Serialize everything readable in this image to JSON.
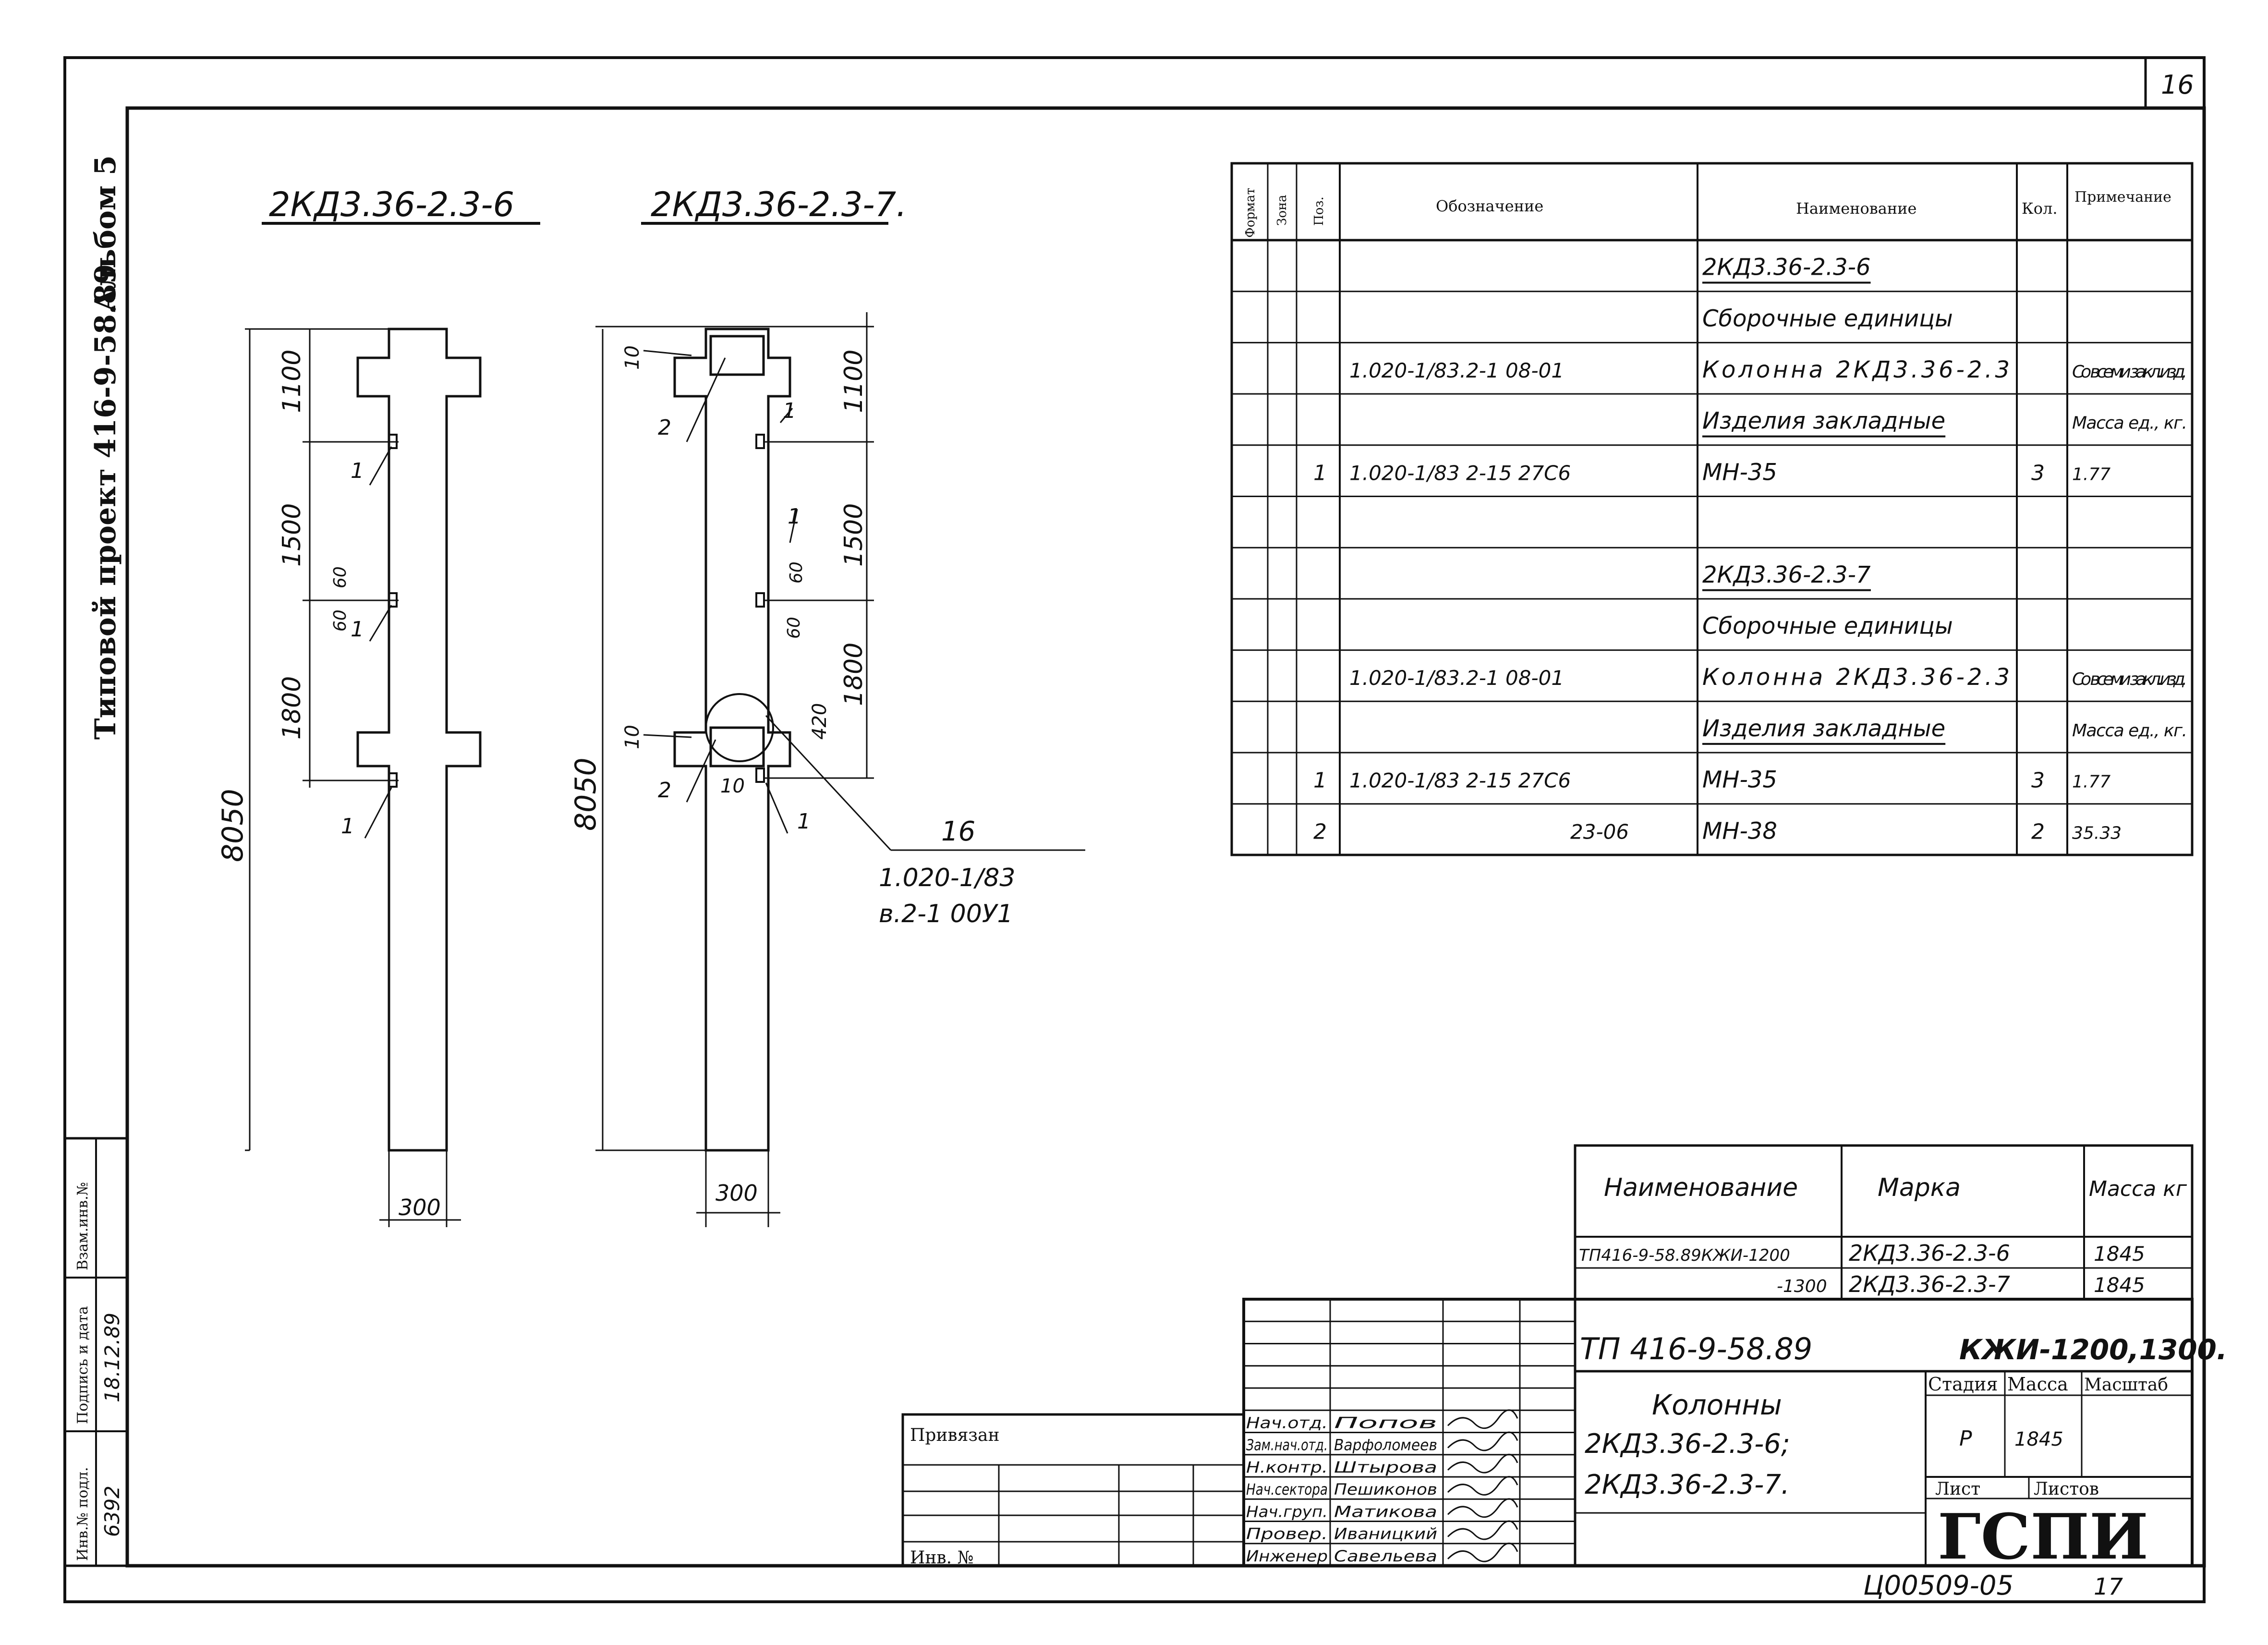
{
  "sheet_number": "16",
  "bottom_code": "Ц00509-05",
  "bottom_sheet_mark": "17",
  "left_side": {
    "project": "Типовой проект 416-9-58.89",
    "album": "Альбом 5",
    "stamp_cols": [
      "Инв.№ подл.",
      "Подпись и дата",
      "Взам.инв.№"
    ],
    "inv_number": "6392",
    "date": "18.12.89"
  },
  "drawing": {
    "column1_title": "2КД3.36-2.3-6",
    "column2_title": "2КД3.36-2.3-7.",
    "dims_col1": [
      "1100",
      "1500",
      "1800",
      "8050",
      "300",
      "60",
      "60"
    ],
    "dims_col2": [
      "1100",
      "1500",
      "1800",
      "8050",
      "300",
      "60",
      "60",
      "10",
      "10",
      "420",
      "10"
    ],
    "pos_marks": [
      "1",
      "1",
      "1",
      "2",
      "1",
      "1",
      "2",
      "1"
    ],
    "callout_num": "16",
    "callout_ref1": "1.020-1/83",
    "callout_ref2": "в.2-1 00У1"
  },
  "spec": {
    "headers": [
      "Формат",
      "Зона",
      "Поз.",
      "Обозначение",
      "Наименование",
      "Кол.",
      "Примечание"
    ],
    "rows": [
      {
        "pos": "",
        "oboz": "",
        "name": "2КД3.36-2.3-6",
        "qty": "",
        "note": ""
      },
      {
        "pos": "",
        "oboz": "",
        "name": "Сборочные единицы",
        "qty": "",
        "note": ""
      },
      {
        "pos": "",
        "oboz": "1.020-1/83.2-1 08-01",
        "name": "Колонна 2КД3.36-2.3",
        "qty": "",
        "note": "Со всеми закл.изд."
      },
      {
        "pos": "",
        "oboz": "",
        "name": "Изделия закладные",
        "qty": "",
        "note": "Масса ед., кг."
      },
      {
        "pos": "1",
        "oboz": "1.020-1/83 2-15 27С6",
        "name": "МН-35",
        "qty": "3",
        "note": "1.77"
      },
      {
        "pos": "",
        "oboz": "",
        "name": "",
        "qty": "",
        "note": ""
      },
      {
        "pos": "",
        "oboz": "",
        "name": "2КД3.36-2.3-7",
        "qty": "",
        "note": ""
      },
      {
        "pos": "",
        "oboz": "",
        "name": "Сборочные единицы",
        "qty": "",
        "note": ""
      },
      {
        "pos": "",
        "oboz": "1.020-1/83.2-1 08-01",
        "name": "Колонна 2КД3.36-2.3",
        "qty": "",
        "note": "Со всеми закл.изд."
      },
      {
        "pos": "",
        "oboz": "",
        "name": "Изделия закладные",
        "qty": "",
        "note": "Масса ед., кг."
      },
      {
        "pos": "1",
        "oboz": "1.020-1/83 2-15 27С6",
        "name": "МН-35",
        "qty": "3",
        "note": "1.77"
      },
      {
        "pos": "2",
        "oboz": "23-06",
        "name": "МН-38",
        "qty": "2",
        "note": "35.33"
      }
    ]
  },
  "marks_table": {
    "headers": [
      "Наименование",
      "Марка",
      "Масса кг"
    ],
    "rows": [
      {
        "name": "ТП416-9-58.89КЖИ-1200",
        "mark": "2КД3.36-2.3-6",
        "mass": "1845"
      },
      {
        "name": "-1300",
        "mark": "2КД3.36-2.3-7",
        "mass": "1845"
      }
    ]
  },
  "title_block": {
    "code": "ТП 416-9-58.89",
    "doc": "КЖИ-1200,1300.",
    "name_line1": "Колонны",
    "name_line2": "2КД3.36-2.3-6;",
    "name_line3": "2КД3.36-2.3-7.",
    "stage_label": "Стадия",
    "mass_label": "Масса",
    "scale_label": "Масштаб",
    "stage": "Р",
    "mass": "1845",
    "sheet_label": "Лист",
    "sheets_label": "Листов",
    "org": "ГСПИ",
    "privyazan": "Привязан",
    "inv_no": "Инв. №",
    "signers": [
      {
        "role": "Нач.отд.",
        "name": "Попов"
      },
      {
        "role": "Зам.нач.отд.",
        "name": "Варфоломеев"
      },
      {
        "role": "Н.контр.",
        "name": "Штырова"
      },
      {
        "role": "Нач.сектора",
        "name": "Пешиконов"
      },
      {
        "role": "Нач.груп.",
        "name": "Матикова"
      },
      {
        "role": "Провер.",
        "name": "Иваницкий"
      },
      {
        "role": "Инженер",
        "name": "Савельева"
      }
    ]
  }
}
